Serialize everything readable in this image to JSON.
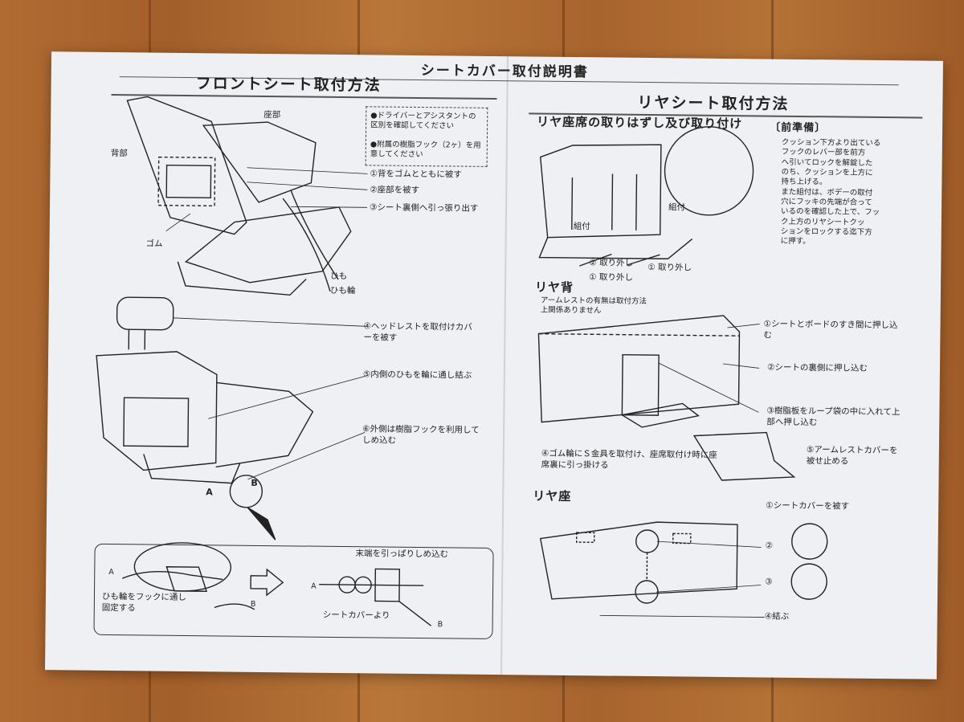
{
  "document": {
    "title": "シートカバー取付説明書"
  },
  "front": {
    "heading": "フロントシート取付方法",
    "label_seat": "座部",
    "label_back": "背部",
    "label_rubber": "ゴム",
    "label_string": "ひも",
    "label_ring": "ひも輪",
    "notes": [
      "ドライバーとアシスタントの区別を確認してください",
      "附属の樹脂フック（2ヶ）を用意してください"
    ],
    "steps": [
      "①背をゴムとともに被す",
      "②座部を被す",
      "③シート裏側へ引っ張り出す",
      "④ヘッドレストを取付けカバーを被す",
      "⑤内側のひもを輪に通し結ぶ",
      "⑥外側は樹脂フックを利用してしめ込む"
    ],
    "label_a": "A",
    "label_b": "B",
    "detail_pull": "末端を引っぱりしめ込む",
    "detail_hook": "ひも輪をフックに通し固定する",
    "detail_from_cover": "シートカバーより"
  },
  "rear": {
    "heading": "リヤシート取付方法",
    "sub_removal": "リヤ座席の取りはずし及び取り付け",
    "prep_title": "〔前準備〕",
    "prep_text": [
      "クッション下方より出ている",
      "フックのレバー部を前方",
      "へ引いてロックを解錠した",
      "のち、クッションを上方に",
      "持ち上げる。",
      "また組付は、ボデーの取付",
      "穴にフッキの先端が合って",
      "いるのを確認した上で、フッ",
      "ク上方のリヤシートクッ",
      "ションをロックする迄下方",
      "に押す。"
    ],
    "label_assemble": "組付",
    "label_remove_1": "① 取り外し",
    "label_remove_2": "② 取り外し",
    "sub_back": "リヤ背",
    "armrest_note": "アームレストの有無は取付方法上関係ありません",
    "back_steps": [
      "①シートとボードのすき間に押し込む",
      "②シートの裏側に押し込む",
      "③樹脂板をループ袋の中に入れて上部へ押し込む",
      "④ゴム輪にＳ金具を取付け、座席取付け時に座席裏に引っ掛ける",
      "⑤アームレストカバーを被せ止める"
    ],
    "sub_seat": "リヤ座",
    "seat_steps": [
      "①シートカバーを被す",
      "②",
      "③",
      "④結ぶ"
    ]
  }
}
